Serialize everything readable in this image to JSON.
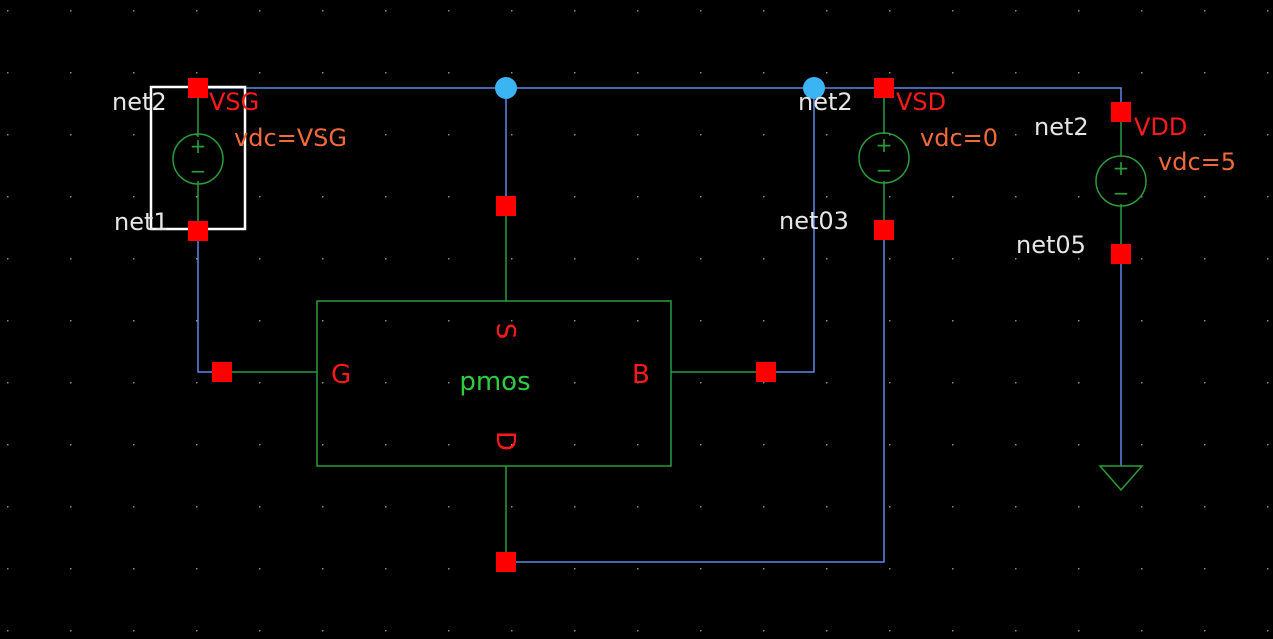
{
  "colors": {
    "background": "#000000",
    "wire": "#5f86e8",
    "device": "#2a9c3a",
    "pin": "#ff0000",
    "junction": "#3ab4f2",
    "selection": "#ffffff",
    "grid": "#8a8a8a"
  },
  "nets": {
    "net2": "net2",
    "net1": "net1",
    "net03": "net03",
    "net05": "net05"
  },
  "sources": {
    "vsg": {
      "name": "VSG",
      "value": "vdc=VSG"
    },
    "vsd": {
      "name": "VSD",
      "value": "vdc=0"
    },
    "vdd": {
      "name": "VDD",
      "value": "vdc=5"
    }
  },
  "transistor": {
    "cell": "pmos",
    "pins": {
      "gate": "G",
      "source": "S",
      "drain": "D",
      "bulk": "B"
    }
  },
  "symbols": {
    "plus": "+",
    "minus": "−"
  }
}
